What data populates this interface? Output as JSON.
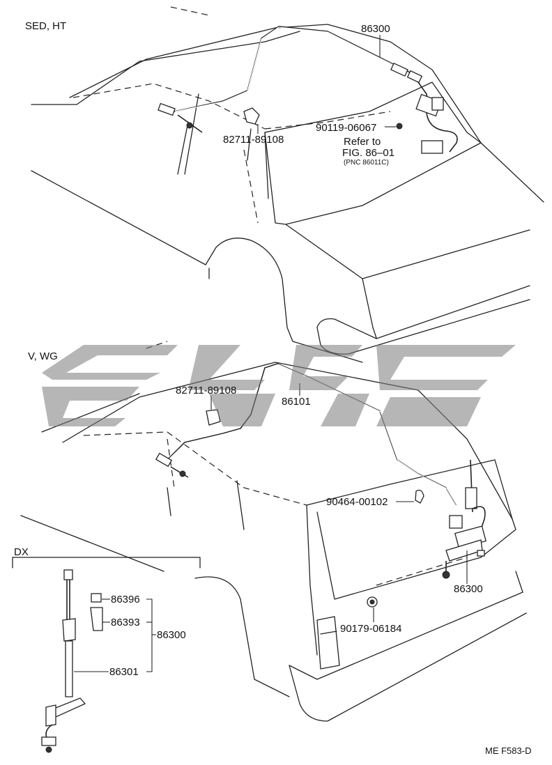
{
  "sections": {
    "sedan": "SED, HT",
    "wagon": "V, WG",
    "dx": "DX"
  },
  "labels": {
    "sed_antenna": "86300",
    "sed_clamp": "82711-89108",
    "sed_bolt": "90119-06067",
    "sed_ref_line1": "Refer to",
    "sed_ref_line2": "FIG. 86–01",
    "sed_ref_pnc": "(PNC 86011C)",
    "wg_clamp": "82711-89108",
    "wg_cable": "86101",
    "wg_clip": "90464-00102",
    "wg_antenna": "86300",
    "wg_grommet": "90179-06184",
    "dx_cap": "86396",
    "dx_nut": "86393",
    "dx_assy": "86300",
    "dx_mast": "86301"
  },
  "footer": {
    "code": "ME F583-D"
  },
  "colors": {
    "line": "#222222",
    "watermark": "#7a7a7a"
  }
}
